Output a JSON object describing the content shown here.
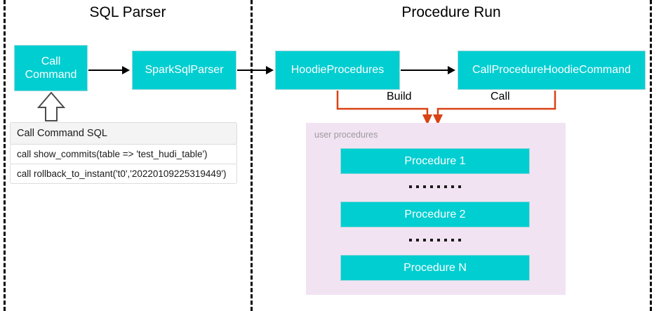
{
  "diagram": {
    "sections": [
      {
        "id": "sql-parser",
        "title": "SQL Parser"
      },
      {
        "id": "procedure-run",
        "title": "Procedure Run"
      }
    ],
    "nodes": {
      "call_command": "Call\nCommand",
      "spark_sql_parser": "SparkSqlParser",
      "hoodie_procedures": "HoodieProcedures",
      "call_procedure_hoodie_command": "CallProcedureHoodieCommand"
    },
    "edge_labels": {
      "build": "Build",
      "call": "Call"
    },
    "sql_table": {
      "header": "Call Command SQL",
      "rows": [
        "call show_commits(table => 'test_hudi_table')",
        "call rollback_to_instant('t0','20220109225319449')"
      ]
    },
    "procedures_panel": {
      "label": "user procedures",
      "items": [
        "Procedure 1",
        "Procedure 2",
        "Procedure N"
      ],
      "ellipsis_dot_count": 8
    },
    "colors": {
      "node_fill": "#00CED1",
      "node_text": "#FFFFFF",
      "panel_fill": "#F2E3F3",
      "panel_label": "#9B9B9B",
      "orange_edge": "#D84315",
      "divider": "#000000",
      "background": "#FFFFFF"
    }
  }
}
